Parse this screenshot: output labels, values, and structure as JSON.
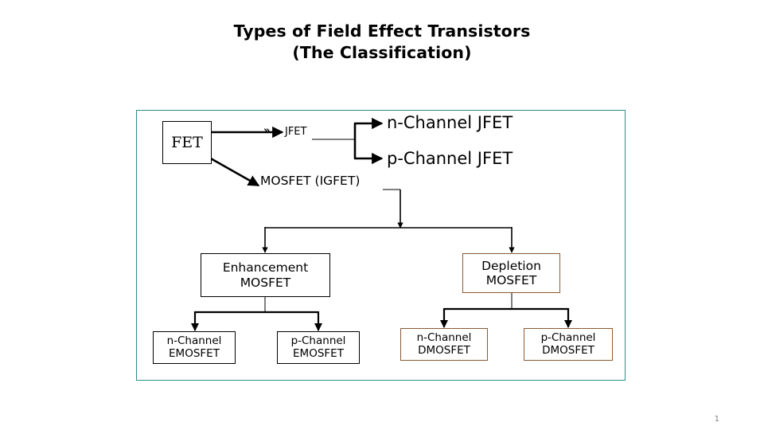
{
  "slide": {
    "title_line1": "Types of Field Effect Transistors",
    "title_line2": "(The Classification)",
    "page_number": "1"
  },
  "colors": {
    "frame_border": "#2e8b8b",
    "box_border_black": "#000000",
    "box_border_brown": "#8a5a36",
    "connector": "#000000",
    "text": "#000000",
    "page_number": "#808080",
    "background": "#ffffff"
  },
  "diagram": {
    "type": "hierarchy-tree",
    "root": "FET",
    "nodes": {
      "fet": {
        "label": "FET",
        "style": "box",
        "border": "black"
      },
      "jfet": {
        "label": "JFET",
        "style": "text"
      },
      "mosfet_igfet": {
        "label": "MOSFET (IGFET)",
        "style": "text"
      },
      "n_channel_jfet": {
        "label": "n-Channel JFET",
        "style": "text"
      },
      "p_channel_jfet": {
        "label": "p-Channel JFET",
        "style": "text"
      },
      "enhancement_mosfet": {
        "label": "Enhancement\nMOSFET",
        "style": "box",
        "border": "black"
      },
      "depletion_mosfet": {
        "label": "Depletion\nMOSFET",
        "style": "box",
        "border": "brown"
      },
      "n_channel_emosfet": {
        "label": "n-Channel\nEMOSFET",
        "style": "box",
        "border": "black"
      },
      "p_channel_emosfet": {
        "label": "p-Channel\nEMOSFET",
        "style": "box",
        "border": "black"
      },
      "n_channel_dmosfet": {
        "label": "n-Channel\nDMOSFET",
        "style": "box",
        "border": "brown"
      },
      "p_channel_dmosfet": {
        "label": "p-Channel\nDMOSFET",
        "style": "box",
        "border": "brown"
      }
    },
    "edges": [
      {
        "from": "fet",
        "to": "jfet"
      },
      {
        "from": "fet",
        "to": "mosfet_igfet"
      },
      {
        "from": "jfet",
        "to": "n_channel_jfet"
      },
      {
        "from": "jfet",
        "to": "p_channel_jfet"
      },
      {
        "from": "mosfet_igfet",
        "to": "enhancement_mosfet"
      },
      {
        "from": "mosfet_igfet",
        "to": "depletion_mosfet"
      },
      {
        "from": "enhancement_mosfet",
        "to": "n_channel_emosfet"
      },
      {
        "from": "enhancement_mosfet",
        "to": "p_channel_emosfet"
      },
      {
        "from": "depletion_mosfet",
        "to": "n_channel_dmosfet"
      },
      {
        "from": "depletion_mosfet",
        "to": "p_channel_dmosfet"
      }
    ],
    "markers": {
      "jfet_arrow_chevron": "»"
    }
  }
}
